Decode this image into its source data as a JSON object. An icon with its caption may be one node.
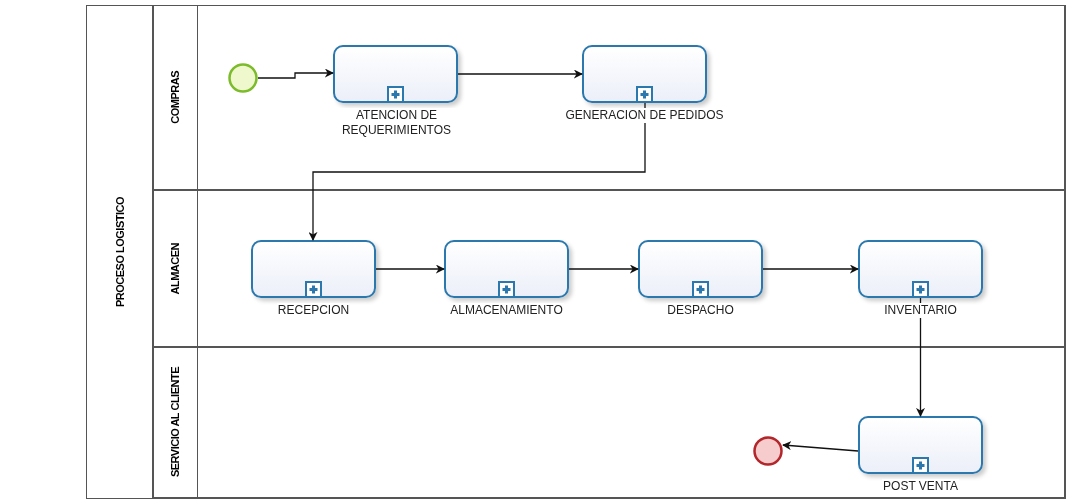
{
  "diagram": {
    "nodes": [
      {
        "text": [
          "PROCESO LOGISTICO"
        ]
      },
      {
        "text": [
          "COMPRAS"
        ],
        "in": 0
      },
      {
        "text": [
          "ALMACEN"
        ],
        "in": 0
      },
      {
        "text": [
          "SERVICIO AL CLIENTE"
        ],
        "in": 0
      },
      {
        "text": [],
        "shape": "circle",
        "in": 1
      },
      {
        "text": [
          "ATENCION DE REQUERIMIENTOS"
        ],
        "in": 1
      },
      {
        "text": [
          "GENERACION DE PEDIDOS"
        ],
        "in": 1
      },
      {
        "text": [
          "RECEPCION"
        ],
        "in": 2
      },
      {
        "text": [
          "ALMACENAMIENTO"
        ],
        "in": 2
      },
      {
        "text": [
          "DESPACHO"
        ],
        "in": 2
      },
      {
        "text": [
          "INVENTARIO"
        ],
        "in": 2
      },
      {
        "text": [],
        "shape": "circle",
        "in": 3
      },
      {
        "text": [
          "POST VENTA"
        ],
        "in": 3
      }
    ],
    "edges": [
      {
        "from": 4,
        "to": 5,
        "arrow": "to"
      },
      {
        "from": 5,
        "to": 6,
        "arrow": "to"
      },
      {
        "from": 6,
        "to": 7,
        "arrow": "to"
      },
      {
        "from": 7,
        "to": 8,
        "arrow": "to"
      },
      {
        "from": 8,
        "to": 9,
        "arrow": "to"
      },
      {
        "from": 9,
        "to": 10,
        "arrow": "to"
      },
      {
        "from": 10,
        "to": 12,
        "arrow": "to"
      },
      {
        "from": 12,
        "to": 11,
        "arrow": "to"
      }
    ]
  }
}
